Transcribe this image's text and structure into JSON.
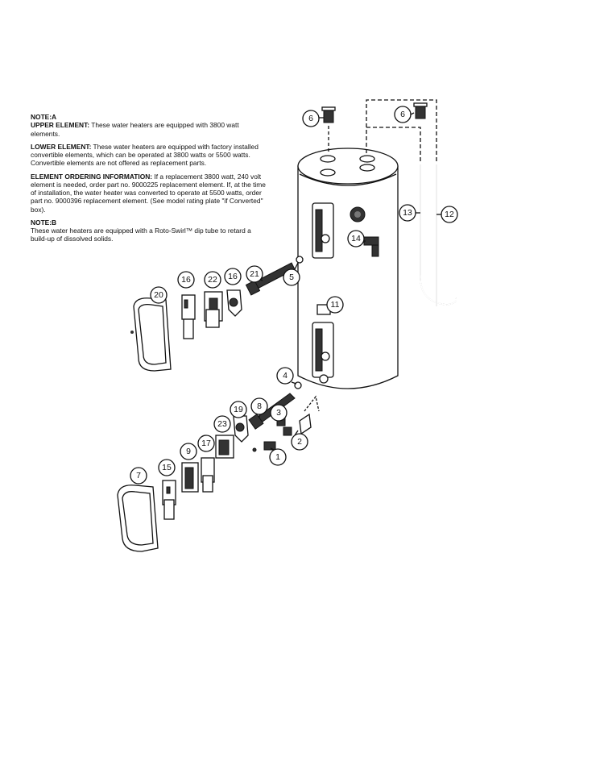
{
  "notes": {
    "note_a_heading": "NOTE:A",
    "upper_label": "UPPER ELEMENT:",
    "upper_text": " These water heaters are equipped with 3800 watt elements.",
    "lower_label": "LOWER ELEMENT:",
    "lower_text": " These water heaters are equipped with factory installed convertible elements, which can be operated at 3800 watts or 5500 watts. Convertible elements are not offered as replacement parts.",
    "ordering_label": "ELEMENT ORDERING INFORMATION:",
    "ordering_text": " If a replacement 3800 watt, 240 volt element is needed, order part no. 9000225 replacement element. If, at the time of installation, the water heater was converted to operate at 5500 watts, order part no. 9000396 replacement element. (See model rating plate \"if Converted\" box).",
    "note_b_heading": "NOTE:B",
    "note_b_text": "These water heaters are equipped with a Roto-Swirl™ dip tube to retard a build-up of dissolved solids."
  },
  "callouts": {
    "c1": "1",
    "c2": "2",
    "c3": "3",
    "c4": "4",
    "c5": "5",
    "c6a": "6",
    "c6b": "6",
    "c7": "7",
    "c8": "8",
    "c9": "9",
    "c11": "11",
    "c12": "12",
    "c13": "13",
    "c14": "14",
    "c15": "15",
    "c16a": "16",
    "c16b": "16",
    "c17": "17",
    "c19": "19",
    "c20": "20",
    "c21": "21",
    "c22": "22",
    "c23": "23"
  }
}
